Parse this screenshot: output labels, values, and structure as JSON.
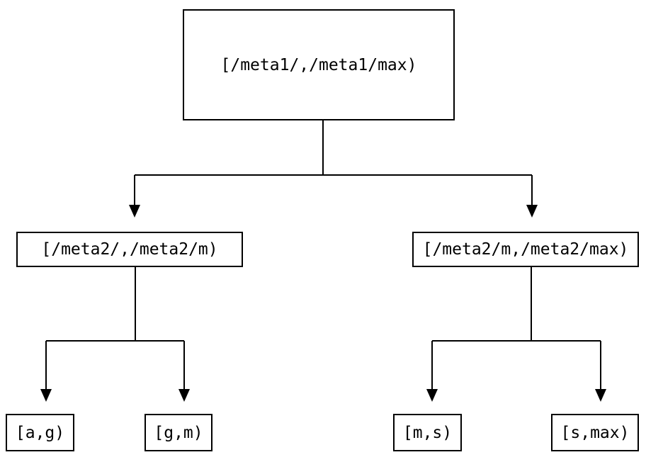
{
  "diagram": {
    "type": "tree",
    "title": "",
    "colors": {
      "line": "#000000",
      "box_border": "#000000",
      "box_fill": "#ffffff",
      "background": "#ffffff",
      "text": "#000000"
    },
    "nodes": [
      {
        "id": "root",
        "label": "[/meta1/,/meta1/max)",
        "level": 0
      },
      {
        "id": "left-mid",
        "label": "[/meta2/,/meta2/m)",
        "level": 1
      },
      {
        "id": "right-mid",
        "label": "[/meta2/m,/meta2/max)",
        "level": 1
      },
      {
        "id": "leaf-ag",
        "label": "[a,g)",
        "level": 2
      },
      {
        "id": "leaf-gm",
        "label": "[g,m)",
        "level": 2
      },
      {
        "id": "leaf-ms",
        "label": "[m,s)",
        "level": 2
      },
      {
        "id": "leaf-smax",
        "label": "[s,max)",
        "level": 2
      }
    ],
    "edges": [
      {
        "from": "root",
        "to": "left-mid",
        "arrow": "down"
      },
      {
        "from": "root",
        "to": "right-mid",
        "arrow": "down"
      },
      {
        "from": "left-mid",
        "to": "leaf-ag",
        "arrow": "down"
      },
      {
        "from": "left-mid",
        "to": "leaf-gm",
        "arrow": "down"
      },
      {
        "from": "right-mid",
        "to": "leaf-ms",
        "arrow": "down"
      },
      {
        "from": "right-mid",
        "to": "leaf-smax",
        "arrow": "down"
      }
    ]
  }
}
